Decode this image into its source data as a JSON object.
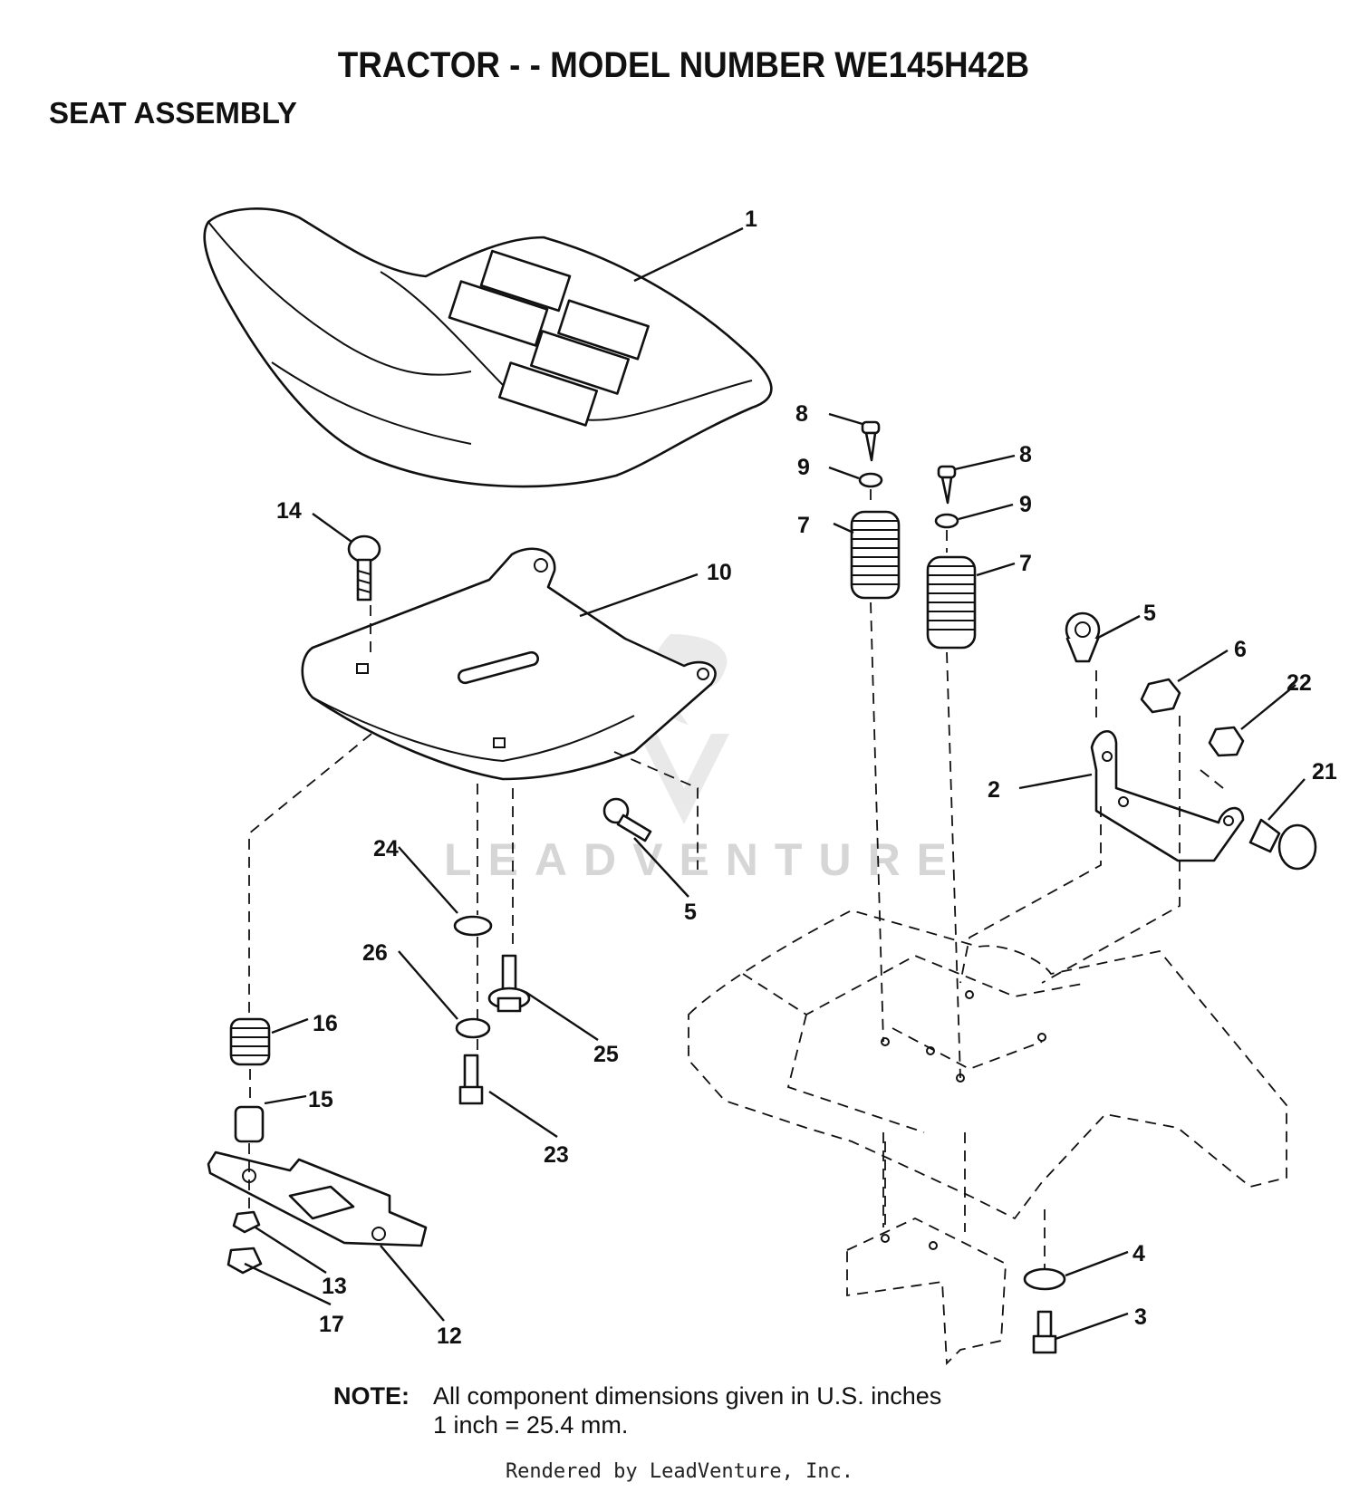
{
  "header": {
    "title": "TRACTOR - - MODEL NUMBER WE145H42B",
    "section": "SEAT ASSEMBLY"
  },
  "note": {
    "label": "NOTE:",
    "line1": "All component dimensions given in U.S. inches",
    "line2": "1 inch = 25.4 mm."
  },
  "footer": "Rendered by LeadVenture, Inc.",
  "watermark": "LEADVENTURE",
  "callouts": [
    "1",
    "2",
    "3",
    "4",
    "5",
    "5",
    "6",
    "7",
    "7",
    "8",
    "8",
    "9",
    "9",
    "10",
    "12",
    "13",
    "14",
    "15",
    "16",
    "17",
    "21",
    "22",
    "23",
    "24",
    "25",
    "26"
  ],
  "icons": [
    "leadventure-logo-watermark"
  ]
}
